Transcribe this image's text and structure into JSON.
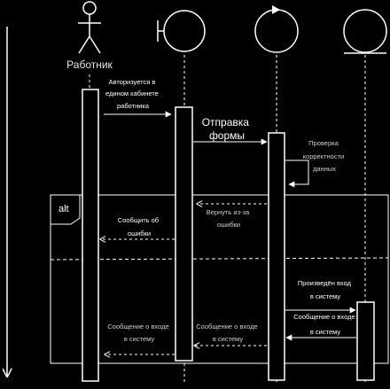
{
  "diagram": {
    "type": "sequence",
    "colors": {
      "background": "#000000",
      "stroke": "#ffffff",
      "dim_text": "#cfcfcf"
    },
    "participants": [
      {
        "id": "p1",
        "kind": "actor",
        "label": "Работник"
      },
      {
        "id": "p2",
        "kind": "boundary",
        "label": ""
      },
      {
        "id": "p3",
        "kind": "control",
        "label": ""
      },
      {
        "id": "p4",
        "kind": "entity",
        "label": ""
      }
    ],
    "messages": [
      {
        "id": "m1",
        "from": "p1",
        "to": "p2",
        "style": "solid",
        "lines": [
          "Авторизуется в",
          "едином кабинете",
          "работника"
        ]
      },
      {
        "id": "m2",
        "from": "p2",
        "to": "p3",
        "style": "solid",
        "lines": [
          "Отправка",
          "формы"
        ]
      },
      {
        "id": "m3",
        "from": "p3",
        "to": "p3",
        "style": "self",
        "lines": [
          "Проверка",
          "корректности",
          "данных"
        ]
      },
      {
        "id": "m4",
        "from": "p3",
        "to": "p2",
        "style": "dashed",
        "lines": [
          "Вернуть из-за",
          "ошибки"
        ]
      },
      {
        "id": "m5",
        "from": "p2",
        "to": "p1",
        "style": "dashed",
        "lines": [
          "Сообщить об",
          "ошибки"
        ]
      },
      {
        "id": "m6",
        "from": "p3",
        "to": "p4",
        "style": "solid",
        "lines": [
          "Произведён вход",
          "в систему"
        ]
      },
      {
        "id": "m7",
        "from": "p4",
        "to": "p3",
        "style": "solid",
        "lines": [
          "Сообщение о входе",
          "в систему"
        ]
      },
      {
        "id": "m8",
        "from": "p3",
        "to": "p2",
        "style": "dashed",
        "lines": [
          "Сообщение о входе",
          "в систему"
        ]
      },
      {
        "id": "m9",
        "from": "p2",
        "to": "p1",
        "style": "dashed",
        "lines": [
          "Сообщение о входе",
          "в систему"
        ]
      }
    ],
    "fragment": {
      "operator": "alt"
    }
  }
}
